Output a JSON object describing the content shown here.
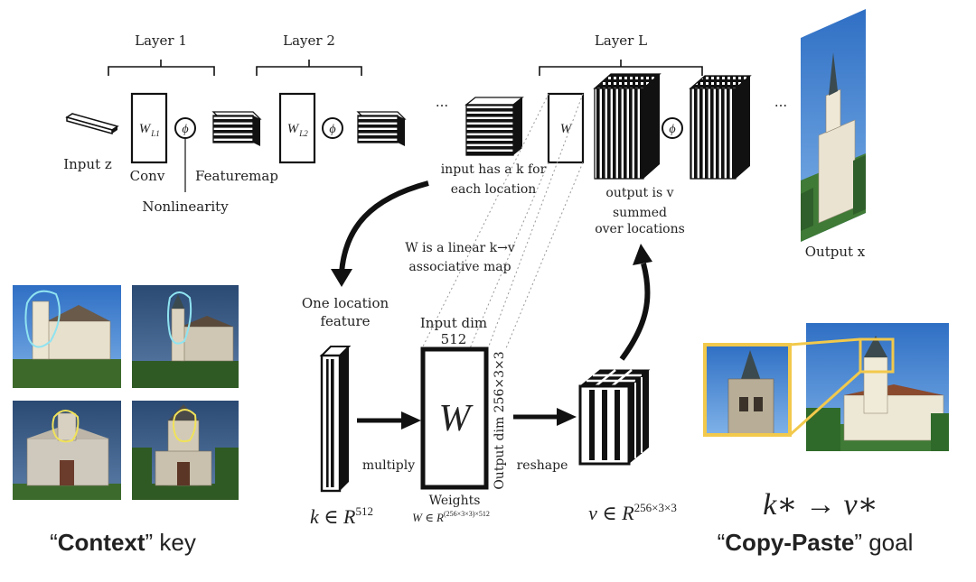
{
  "top_pipeline": {
    "layer1_label": "Layer 1",
    "layer2_label": "Layer 2",
    "layerL_label": "Layer L",
    "ellipsis_1": "...",
    "ellipsis_2": "...",
    "input_label": "Input z",
    "conv_label": "Conv",
    "featuremap_label": "Featuremap",
    "nonlinearity_label": "Nonlinearity",
    "w_l1": "W",
    "w_l1_sub": "L1",
    "w_l2": "W",
    "w_l2_sub": "L2",
    "w_L": "W",
    "phi": "ϕ",
    "input_note_line1": "input has a k for",
    "input_note_line2": "each location",
    "output_note_line1": "output is v",
    "output_note_line2": "summed",
    "output_note_line3": "over locations",
    "assoc_line1": "W is a linear k→v",
    "assoc_line2": "associative map",
    "output_x_label": "Output x"
  },
  "bottom_detail": {
    "one_location_line1": "One location",
    "one_location_line2": "feature",
    "input_dim_line1": "Input dim",
    "input_dim_line2": "512",
    "output_dim": "Output dim 256×3×3",
    "w_big": "W",
    "multiply_label": "multiply",
    "reshape_label": "reshape",
    "weights_label": "Weights",
    "weights_formula": "W ∈ R",
    "weights_formula_sup": "(256×3×3)×512",
    "k_formula": "k ∈ R",
    "k_formula_sup": "512",
    "v_formula": "v ∈ R",
    "v_formula_sup": "256×3×3"
  },
  "captions": {
    "context_quote_open": "“",
    "context_bold": "Context",
    "context_rest": "” key",
    "copy_quote_open": "“",
    "copy_bold": "Copy-Paste",
    "copy_rest": "” goal",
    "kv_goal": "k∗ → v∗"
  },
  "colors": {
    "ink": "#111111",
    "sky": "#3f7fcf",
    "grass": "#3c6a2c",
    "outline_cyan": "#8fe3f0",
    "outline_yellow": "#f0e25a",
    "zoom_frame": "#f2c94c"
  }
}
